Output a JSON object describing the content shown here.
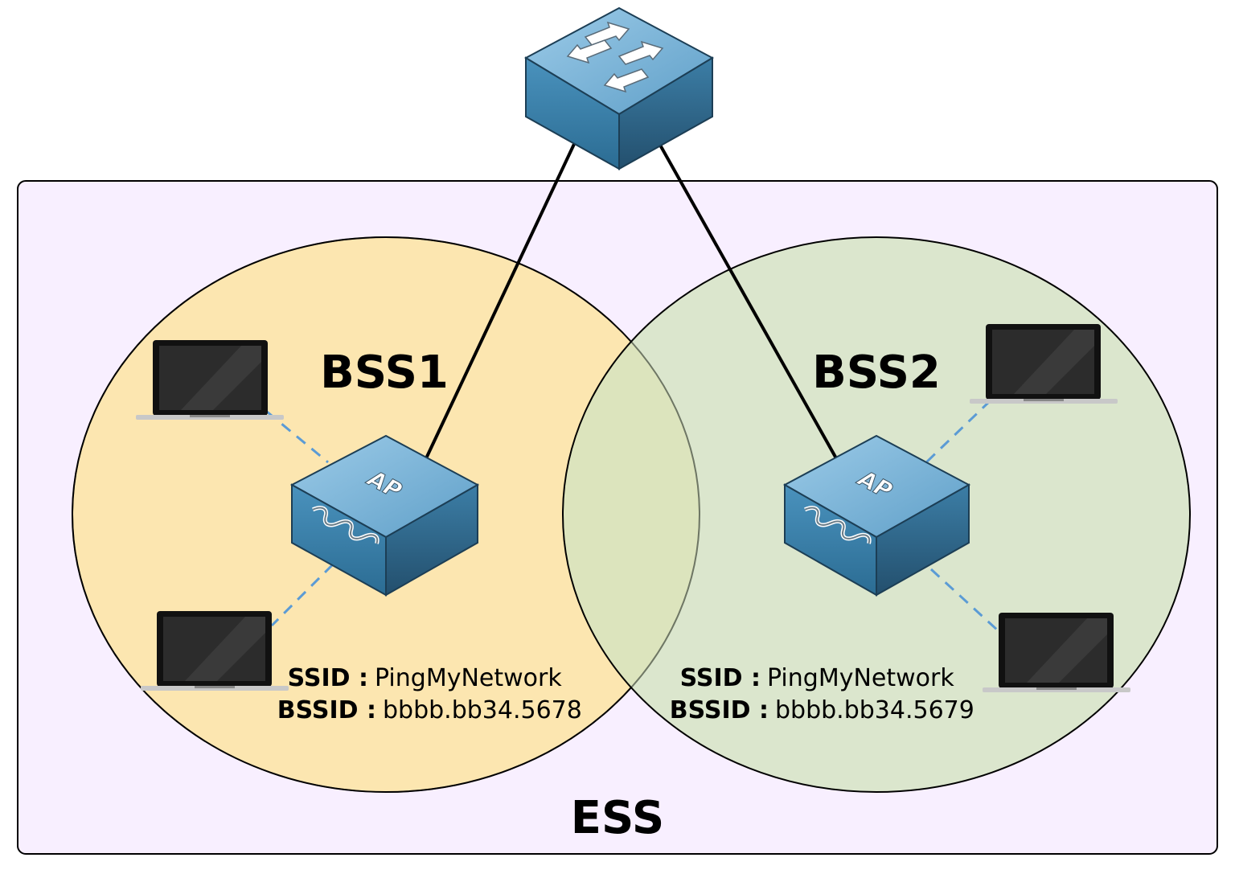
{
  "ess": {
    "label": "ESS",
    "fill": "#f8efff"
  },
  "bss1": {
    "label": "BSS1",
    "fill": "#fce6b0",
    "ap_label": "AP",
    "ssid_key": "SSID :",
    "ssid_value": "PingMyNetwork",
    "bssid_key": "BSSID :",
    "bssid_value": "bbbb.bb34.5678"
  },
  "bss2": {
    "label": "BSS2",
    "fill": "#d3e4c1",
    "ap_label": "AP",
    "ssid_key": "SSID :",
    "ssid_value": "PingMyNetwork",
    "bssid_key": "BSSID :",
    "bssid_value": "bbbb.bb34.5679"
  },
  "colors": {
    "device_top": "#7fb8dd",
    "device_front": "#3a7fa8",
    "device_side": "#2a5f82",
    "wireless_link": "#5b9bd5",
    "wired_link": "#000000"
  },
  "icons": {
    "switch": "switch-icon",
    "access_point": "access-point-icon",
    "laptop": "laptop-icon"
  }
}
